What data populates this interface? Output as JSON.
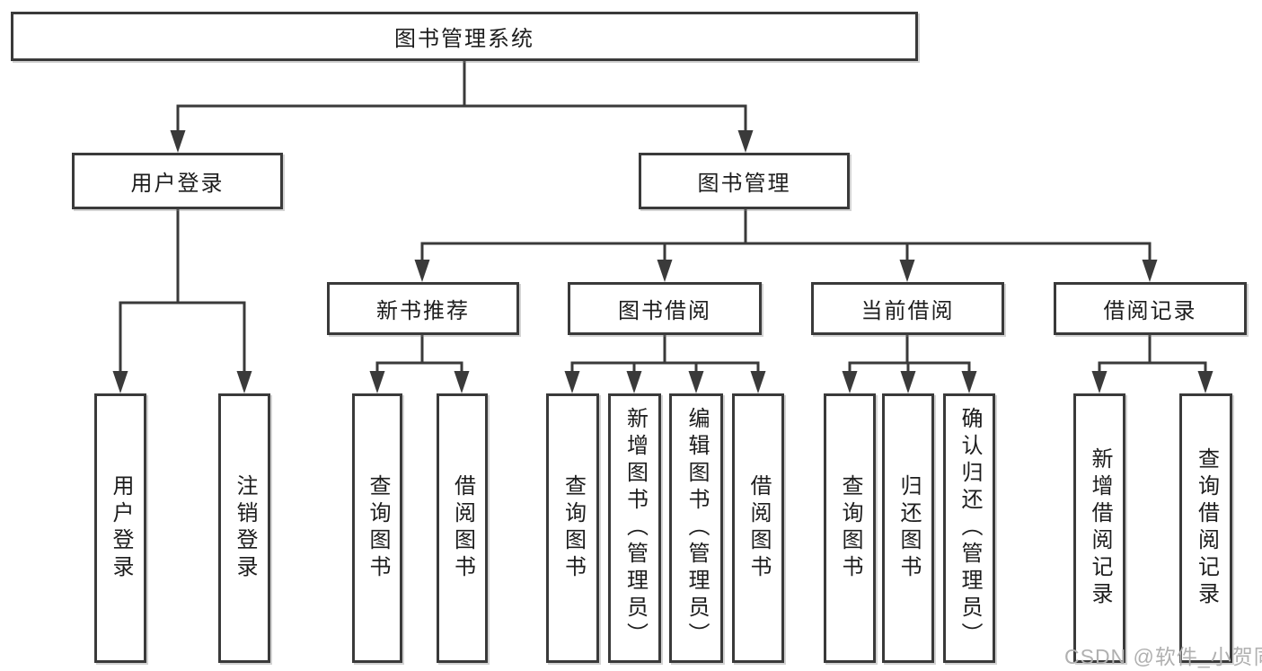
{
  "diagram": {
    "type": "hierarchy-tree",
    "root": {
      "label": "图书管理系统",
      "children": [
        {
          "label": "用户登录",
          "children": [
            {
              "label": "用户登录"
            },
            {
              "label": "注销登录"
            }
          ]
        },
        {
          "label": "图书管理",
          "children": [
            {
              "label": "新书推荐",
              "children": [
                {
                  "label": "查询图书"
                },
                {
                  "label": "借阅图书"
                }
              ]
            },
            {
              "label": "图书借阅",
              "children": [
                {
                  "label": "查询图书"
                },
                {
                  "label": "新增图书（管理员）"
                },
                {
                  "label": "编辑图书（管理员）"
                },
                {
                  "label": "借阅图书"
                }
              ]
            },
            {
              "label": "当前借阅",
              "children": [
                {
                  "label": "查询图书"
                },
                {
                  "label": "归还图书"
                },
                {
                  "label": "确认归还（管理员）"
                }
              ]
            },
            {
              "label": "借阅记录",
              "children": [
                {
                  "label": "新增借阅记录"
                },
                {
                  "label": "查询借阅记录"
                }
              ]
            }
          ]
        }
      ]
    }
  },
  "nodes": {
    "root": "图书管理系统",
    "user_login": "用户登录",
    "book_management": "图书管理",
    "new_book_recommend": "新书推荐",
    "book_borrow": "图书借阅",
    "current_borrow": "当前借阅",
    "borrow_record": "借阅记录",
    "leaf_user_login": "用户登录",
    "leaf_logout": "注销登录",
    "leaf_query_book_a": "查询图书",
    "leaf_borrow_book_a": "借阅图书",
    "leaf_query_book_b": "查询图书",
    "leaf_add_book_admin": "新增图书（管理员）",
    "leaf_edit_book_admin": "编辑图书（管理员）",
    "leaf_borrow_book_b": "借阅图书",
    "leaf_query_book_c": "查询图书",
    "leaf_return_book": "归还图书",
    "leaf_confirm_return_admin": "确认归还（管理员）",
    "leaf_add_borrow_record": "新增借阅记录",
    "leaf_query_borrow_record": "查询借阅记录"
  },
  "watermark": {
    "text": "CSDN @软件_小贺同学"
  },
  "colors": {
    "line": "#3a3a3a",
    "border": "#3a3a3a",
    "text": "#1d1d1d",
    "watermark": "#b0b0b0",
    "background": "#ffffff"
  }
}
